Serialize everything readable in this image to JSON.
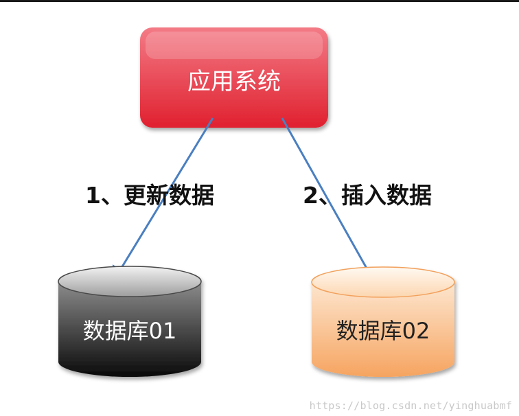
{
  "app_node": {
    "label": "应用系统",
    "fill_top": "#f37b86",
    "fill_bottom": "#e0202f"
  },
  "edges": [
    {
      "label": "1、更新数据"
    },
    {
      "label": "2、插入数据"
    }
  ],
  "db1": {
    "label": "数据库01",
    "fill_top": "#8c8c8c",
    "fill_bottom": "#0a0a0a"
  },
  "db2": {
    "label": "数据库02",
    "fill_top": "#fde6cf",
    "fill_bottom": "#f6a460"
  },
  "arrow_color": "#4a7fc1",
  "watermark": "https://blog.csdn.net/yinghuabmf"
}
